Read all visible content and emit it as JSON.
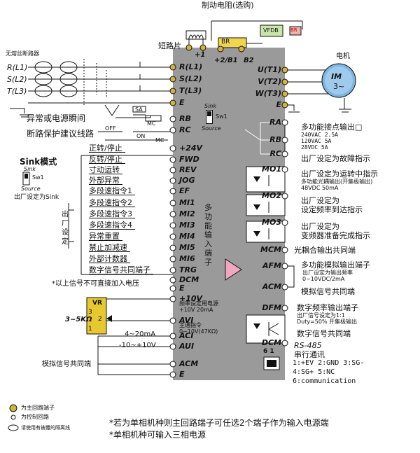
{
  "title": "制动电阻(选购)",
  "left": {
    "breaker": "无熔丝断路器",
    "in_r": "R(L1)",
    "in_s": "S(L2)",
    "in_t": "T(L3)",
    "note1": "异常或电源瞬间",
    "note2": "断路保护建议线路",
    "sa": "SA",
    "mc": "MC",
    "off": "OFF",
    "on": "ON"
  },
  "sink": {
    "title": "Sink模式",
    "sink": "Sink",
    "sw": "Sw1",
    "source": "Source",
    "factory": "出厂设定为Sink"
  },
  "factory_setting": "出厂设定",
  "inputs": {
    "labels": [
      "正转/停止",
      "反转/停止",
      "寸动运转",
      "外部异常",
      "多段速指令1",
      "多段速指令2",
      "多段速指令3",
      "多段速指令4",
      "异常重置",
      "禁止加减速",
      "外部计数器",
      "数字信号共同端子"
    ],
    "note": "*以上信号不可直接加入电压",
    "multi_func": "多功能输入端子"
  },
  "analog": {
    "resistor": "3~5KΩ",
    "vr": "VR",
    "pins": [
      "3",
      "2",
      "1"
    ],
    "ma": "4~20mA",
    "v": "-10~+10V",
    "common": "模拟信号共同端",
    "freq_power": "频率设定用电源",
    "freq_power_val": "+10V 20mA",
    "main_cmd": "主通指令",
    "main_cmd_val": "0~10V(47KΩ)"
  },
  "box": {
    "shorting": "短路片",
    "top": [
      "+1",
      "+2/B1",
      "B2"
    ],
    "left_terms": [
      "R(L1)",
      "S(L2)",
      "T(L3)",
      "E",
      "RB",
      "RC",
      "+24V",
      "FWD",
      "REV",
      "JOG",
      "EF",
      "MI1",
      "MI2",
      "MI3",
      "MI4",
      "MI5",
      "MI6",
      "TRG",
      "DCM",
      "E",
      "+10V",
      "AVI",
      "ACI",
      "AUI",
      "ACM",
      "E"
    ],
    "right_terms": [
      "U(T1)",
      "V(T2)",
      "W(T3)",
      "E",
      "RA",
      "RB",
      "RC",
      "MO1",
      "MO2",
      "MO3",
      "MCM",
      "AFM",
      "ACM",
      "DFM",
      "DCM"
    ],
    "sw1": "Sw1",
    "sink": "Sink",
    "source": "Source"
  },
  "top": {
    "br": "BR",
    "vfdb": "VFDB",
    "br2": "BR"
  },
  "motor": {
    "label": "电机",
    "im": "IM",
    "phase": "3~"
  },
  "right": {
    "relay_title": "多功能接点输出□",
    "relay_specs": [
      "240VAC 2.5A",
      "120VAC 5A",
      "28VDC 5A"
    ],
    "fault": "出厂设定为故障指示",
    "mo1_t": "出厂设定为运转中指示",
    "mo1_s1": "多功能光耦输出(开集极输出)",
    "mo1_s2": "48VDC 50mA",
    "mo2_t1": "出厂设定为",
    "mo2_t2": "设定频率到达指示",
    "mo3_t1": "出厂设定为",
    "mo3_t2": "变频器准备完成指示",
    "opto_common": "光耦合输出共同端",
    "afm_t": "多功能模拟输出端子",
    "afm_s1": "出厂设定为输出频率",
    "afm_s2": "0~10VDC/2mA",
    "analog_common": "模拟信号共同端",
    "dfm_t": "数字频率输出端子",
    "dfm_s1": "出厂信号设定为1:1",
    "dfm_s2": "Duty=50% 开集极输出",
    "dcm_t": "数字信号共同端",
    "rs485": "RS-485",
    "serial": "串行通讯",
    "pin_hdr": "6  1",
    "pins1": "1:+EV  2:GND  3:SG-",
    "pins2": "4:SG+  5:NC",
    "pins3": "6:communication"
  },
  "legend": {
    "main": "为主回路端子",
    "ctrl": "为控制回路",
    "shield": "请使用有被覆的隔离线"
  },
  "footer": {
    "line1": "*若为单相机种则主回路端子可任选2个端子作为输入电源端",
    "line2": "*单相机种可输入三相电源"
  },
  "colors": {
    "box": "#9a9a9a",
    "terminal": "#d4b43a",
    "motor": "#7eb6e0",
    "afm": "#f0a8c0",
    "vr": "#e8c830"
  }
}
